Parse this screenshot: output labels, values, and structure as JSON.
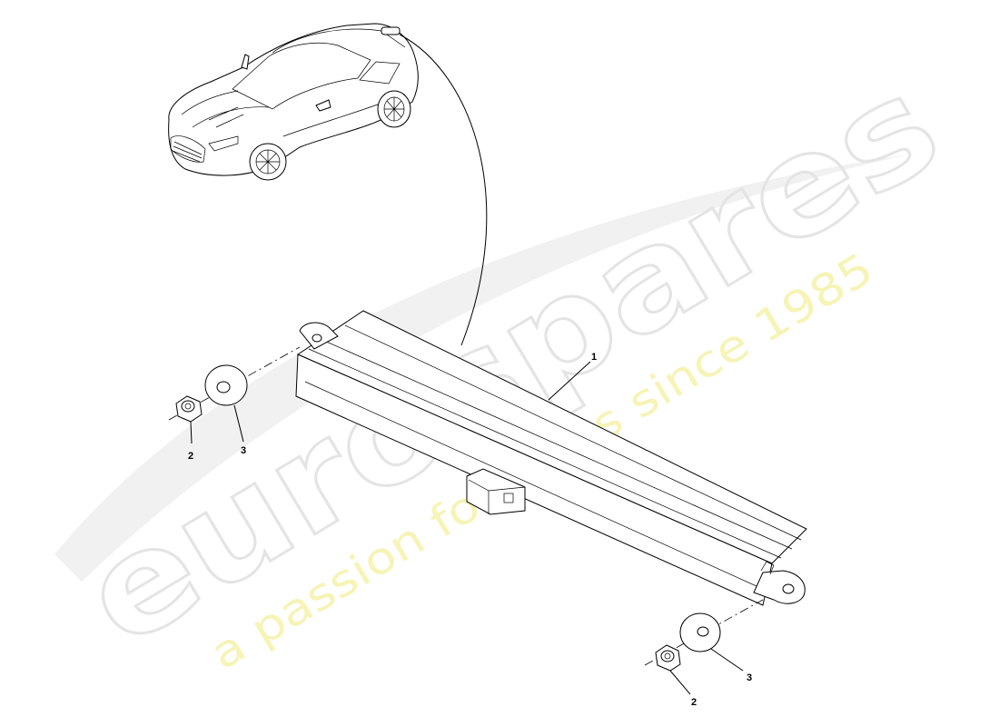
{
  "watermark": {
    "brand": "eurospares",
    "tagline": "a passion for parts since 1985",
    "brand_color": "#e4e4e4",
    "tagline_color": "#f6f4b6"
  },
  "callouts": {
    "module": "1",
    "nut_left": "2",
    "washer_left": "3",
    "nut_right": "2",
    "washer_right": "3"
  }
}
